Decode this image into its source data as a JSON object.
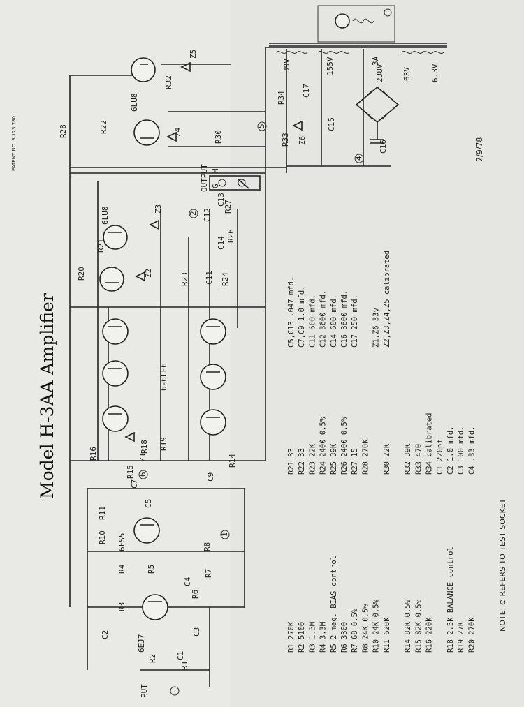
{
  "title": "Model H-3AA Amplifier",
  "patent": "PATENT NO. 3,123,780",
  "date": "7/9/78",
  "note": "NOTE: ⊙ REFERS TO TEST SOCKET",
  "labels": {
    "output": "OUTPUT",
    "out_h": "H",
    "out_g": "G",
    "input_put": "PUT",
    "tube_6ej7": "6EJ7",
    "tube_6fs5": "6FS5",
    "tube_6lf6": "6-6LF6",
    "tube_6lu8_a": "6LU8",
    "tube_6lu8_b": "6LU8",
    "v155": "155V",
    "v39": "39V",
    "v238": "238V",
    "v63a": "63V",
    "v63b": "6.3V",
    "amp3": "3A",
    "tp1": "1",
    "tp2": "2",
    "tp4": "4",
    "tp5": "5",
    "tp6": "6"
  },
  "components": {
    "R1": "R1",
    "R2": "R2",
    "R3": "R3",
    "R4": "R4",
    "R5": "R5",
    "R6": "R6",
    "R7": "R7",
    "R8": "R8",
    "R10": "R10",
    "R11": "R11",
    "R14": "R14",
    "R15": "R15",
    "R16": "R16",
    "R18": "R18",
    "R19": "R19",
    "R20": "R20",
    "R21": "R21",
    "R22": "R22",
    "R23": "R23",
    "R24": "R24",
    "R26": "R26",
    "R27": "R27",
    "R28": "R28",
    "R30": "R30",
    "R32": "R32",
    "R33": "R33",
    "R34": "R34",
    "C1": "C1",
    "C2": "C2",
    "C3": "C3",
    "C4": "C4",
    "C5": "C5",
    "C7": "C7",
    "C9": "C9",
    "C11": "C11",
    "C12": "C12",
    "C13": "C13",
    "C14": "C14",
    "C15": "C15",
    "C16": "C16",
    "C17": "C17",
    "Z1": "Z1",
    "Z2": "Z2",
    "Z3": "Z3",
    "Z4": "Z4",
    "Z5": "Z5",
    "Z6": "Z6"
  },
  "parts_col1": [
    "R1    270K",
    "R2    5100",
    "R3    1.3M",
    "R4    3.3M",
    "R5    2 meg. BIAS control",
    "R6    3300",
    "R7    68 0.5%",
    "R8    24K 0.5%",
    "R10   24K 0.5%",
    "R11   620K",
    "",
    "R14   82K 0.5%",
    "R15   82K 0.5%",
    "R16   220K",
    "",
    "R18   2.5K BALANCE control",
    "R19   27K",
    "R20   270K"
  ],
  "parts_col2": [
    "R21   33",
    "R22   33",
    "R23   22K",
    "R24   2400 0.5%",
    "R25   39K",
    "R26   2400 0.5%",
    "R27   15",
    "R28   270K",
    "",
    "R30   22K",
    "",
    "R32   39K",
    "R33   470",
    "R34   calibrated",
    "C1    220pf",
    "C2    1.0 mfd.",
    "C3    100 mfd.",
    "C4    .33 mfd."
  ],
  "parts_col3": [
    "C5,C13 .047 mfd.",
    "C7,C9 1.0 mfd.",
    "C11   600 mfd.",
    "C12   3600 mfd.",
    "C14   600 mfd.",
    "C16   3600 mfd.",
    "C17   250 mfd.",
    "",
    "Z1,Z6  33v",
    "Z2,Z3,Z4,Z5 calibrated"
  ]
}
